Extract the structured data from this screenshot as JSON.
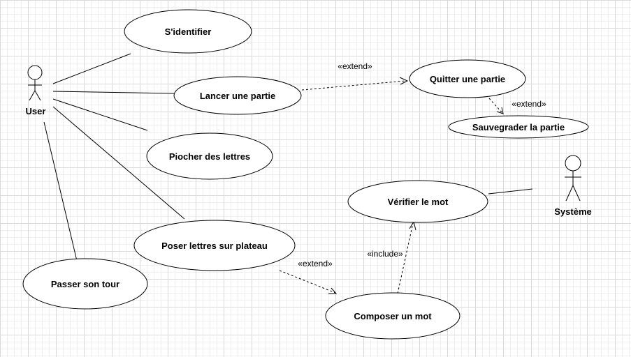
{
  "actors": {
    "user": "User",
    "system": "Système"
  },
  "use_cases": {
    "identifier": "S'identifier",
    "lancer": "Lancer une partie",
    "quitter": "Quitter une partie",
    "sauvegarder": "Sauvegrader la partie",
    "piocher": "Piocher des lettres",
    "verifier": "Vérifier le mot",
    "poser": "Poser lettres sur plateau",
    "passer": "Passer son tour",
    "composer": "Composer un mot"
  },
  "relationships": {
    "lancer_quitter": "«extend»",
    "quitter_sauvegarder": "«extend»",
    "poser_composer": "«extend»",
    "composer_verifier": "«include»"
  }
}
